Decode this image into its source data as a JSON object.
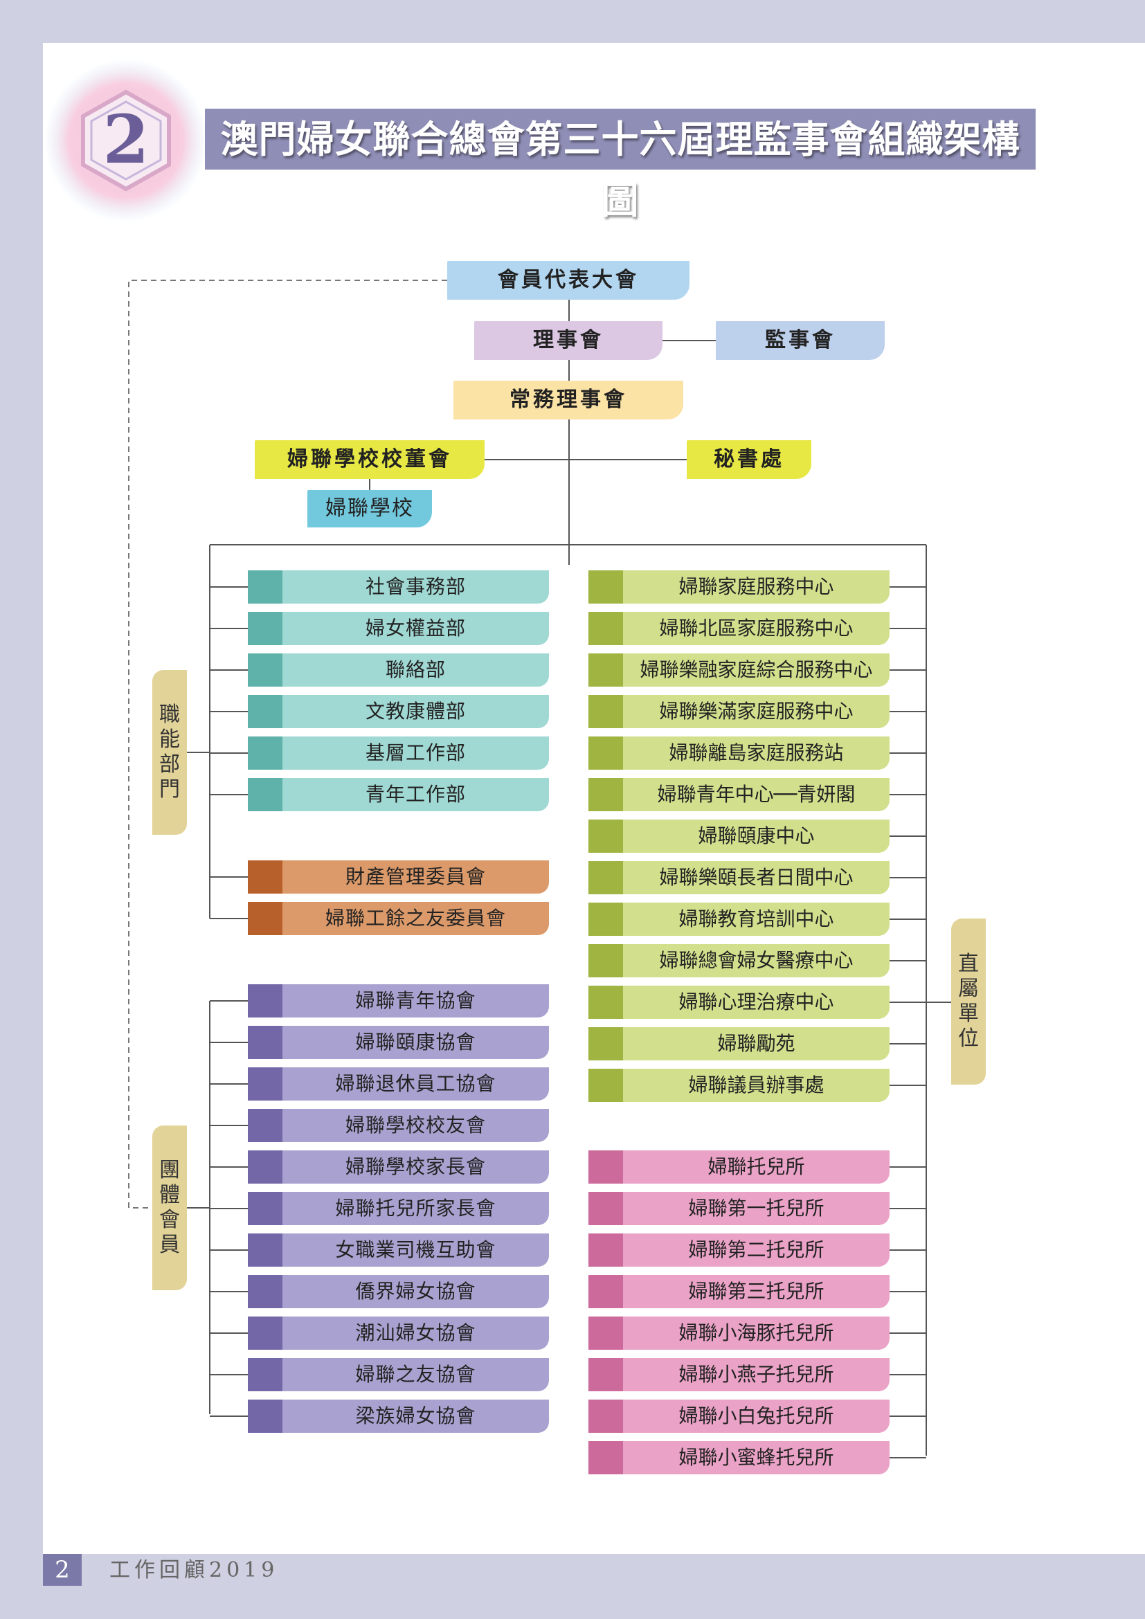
{
  "title": "澳門婦女聯合總會第三十六屆理監事會組織架構圖",
  "badge_number": "2",
  "footer": {
    "page_number": "2",
    "text": "工作回顧2019"
  },
  "top": {
    "general_assembly": "會員代表大會",
    "board_directors": "理事會",
    "board_supervisors": "監事會",
    "standing_committee": "常務理事會",
    "school_board": "婦聯學校校董會",
    "school": "婦聯學校",
    "secretariat": "秘書處"
  },
  "side_labels": {
    "functional": "職能部門",
    "group_members": "團體會員",
    "direct_units": "直屬單位"
  },
  "departments": [
    "社會事務部",
    "婦女權益部",
    "聯絡部",
    "文教康體部",
    "基層工作部",
    "青年工作部"
  ],
  "committees": [
    "財產管理委員會",
    "婦聯工餘之友委員會"
  ],
  "associations": [
    "婦聯青年協會",
    "婦聯頤康協會",
    "婦聯退休員工協會",
    "婦聯學校校友會",
    "婦聯學校家長會",
    "婦聯托兒所家長會",
    "女職業司機互助會",
    "僑界婦女協會",
    "潮汕婦女協會",
    "婦聯之友協會",
    "梁族婦女協會"
  ],
  "service_units": [
    "婦聯家庭服務中心",
    "婦聯北區家庭服務中心",
    "婦聯樂融家庭綜合服務中心",
    "婦聯樂滿家庭服務中心",
    "婦聯離島家庭服務站",
    "婦聯青年中心──青妍閣",
    "婦聯頤康中心",
    "婦聯樂頤長者日間中心",
    "婦聯教育培訓中心",
    "婦聯總會婦女醫療中心",
    "婦聯心理治療中心",
    "婦聯勵苑",
    "婦聯議員辦事處"
  ],
  "nurseries": [
    "婦聯托兒所",
    "婦聯第一托兒所",
    "婦聯第二托兒所",
    "婦聯第三托兒所",
    "婦聯小海豚托兒所",
    "婦聯小燕子托兒所",
    "婦聯小白兔托兒所",
    "婦聯小蜜蜂托兒所"
  ],
  "colors": {
    "title_bar": "#8f8eb6",
    "general_assembly": "#b3d6f0",
    "board_directors": "#dcc8e3",
    "board_supervisors": "#bdd0ec",
    "standing_committee": "#fbe2a5",
    "school_board": "#e7e844",
    "school": "#72c8dd",
    "secretariat": "#e7e844",
    "side_label": "#e2d398"
  }
}
